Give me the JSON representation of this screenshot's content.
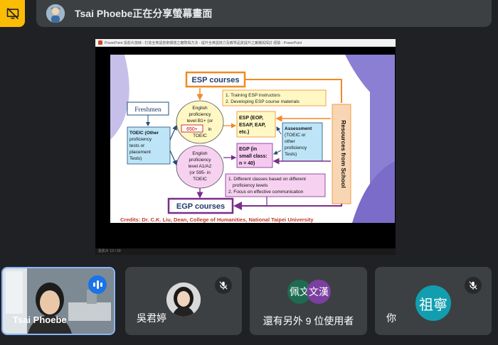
{
  "header": {
    "presenter_status": "Tsai Phoebe正在分享螢幕畫面",
    "present_icon": "present-off-icon",
    "presenter_avatar_icon": "user-avatar-icon"
  },
  "shared_window": {
    "title": "PowerPoint 投影片放映 - 打造全英語技術環境之實際與方法 - 提升全英語技力及教學品質提升之實踐與探討 經驗 - PowerPoint",
    "status": "投影片 13 / 29"
  },
  "slide": {
    "esp_courses": "ESP courses",
    "egp_courses": "EGP courses",
    "freshmen": "Freshmen",
    "toeic_box": [
      "TOEIC (Other",
      "proficiency",
      "tests or",
      "placement",
      "Tests)"
    ],
    "b1_circle": [
      "English",
      "proficiency",
      "level B1+ (or",
      "in",
      "TOEIC"
    ],
    "score_650": "650+",
    "a1_circle": [
      "English",
      "proficiency",
      "level A1/A2",
      "(or 595- in",
      "TOEIC"
    ],
    "training": [
      "1. Training ESP instructors",
      "2. Developing ESP course materials"
    ],
    "esp_box": [
      "ESP (EOP,",
      "ESAP, EAP,",
      "etc.)"
    ],
    "egp_box": [
      "EGP (in",
      "small class:",
      "n = 40)"
    ],
    "assessment": [
      "Assessment",
      "(TOEIC or",
      "other",
      "proficiency",
      "Tests)"
    ],
    "diff_classes": [
      "1. Different classes based on different",
      "proficiency levels",
      "2. Focus on effective communication"
    ],
    "resources": "Resources from School",
    "credits": "Credits: Dr. C.K. Liu, Dean, College of Humanities, National Taipei University"
  },
  "tiles": [
    {
      "name": "Tsai Phoebe",
      "speaking": true
    },
    {
      "name": "吳君婷",
      "muted": true
    },
    {
      "others_text": "還有另外 9 位使用者",
      "avatars": [
        "佩文",
        "文漢"
      ],
      "avatar_colors": [
        "#1e6b52",
        "#7b3fa0"
      ]
    },
    {
      "name": "你",
      "avatar": "祖寧",
      "muted": true,
      "avatar_color": "#129eaf"
    }
  ],
  "colors": {
    "present_button": "#fbbc04",
    "tile_bg": "#3c4043",
    "speaking_border": "#8ab4f8",
    "slide_bg": "#8b7fd4",
    "esp_arrow": "#f08a24",
    "egp_arrow": "#7b2d8b"
  }
}
